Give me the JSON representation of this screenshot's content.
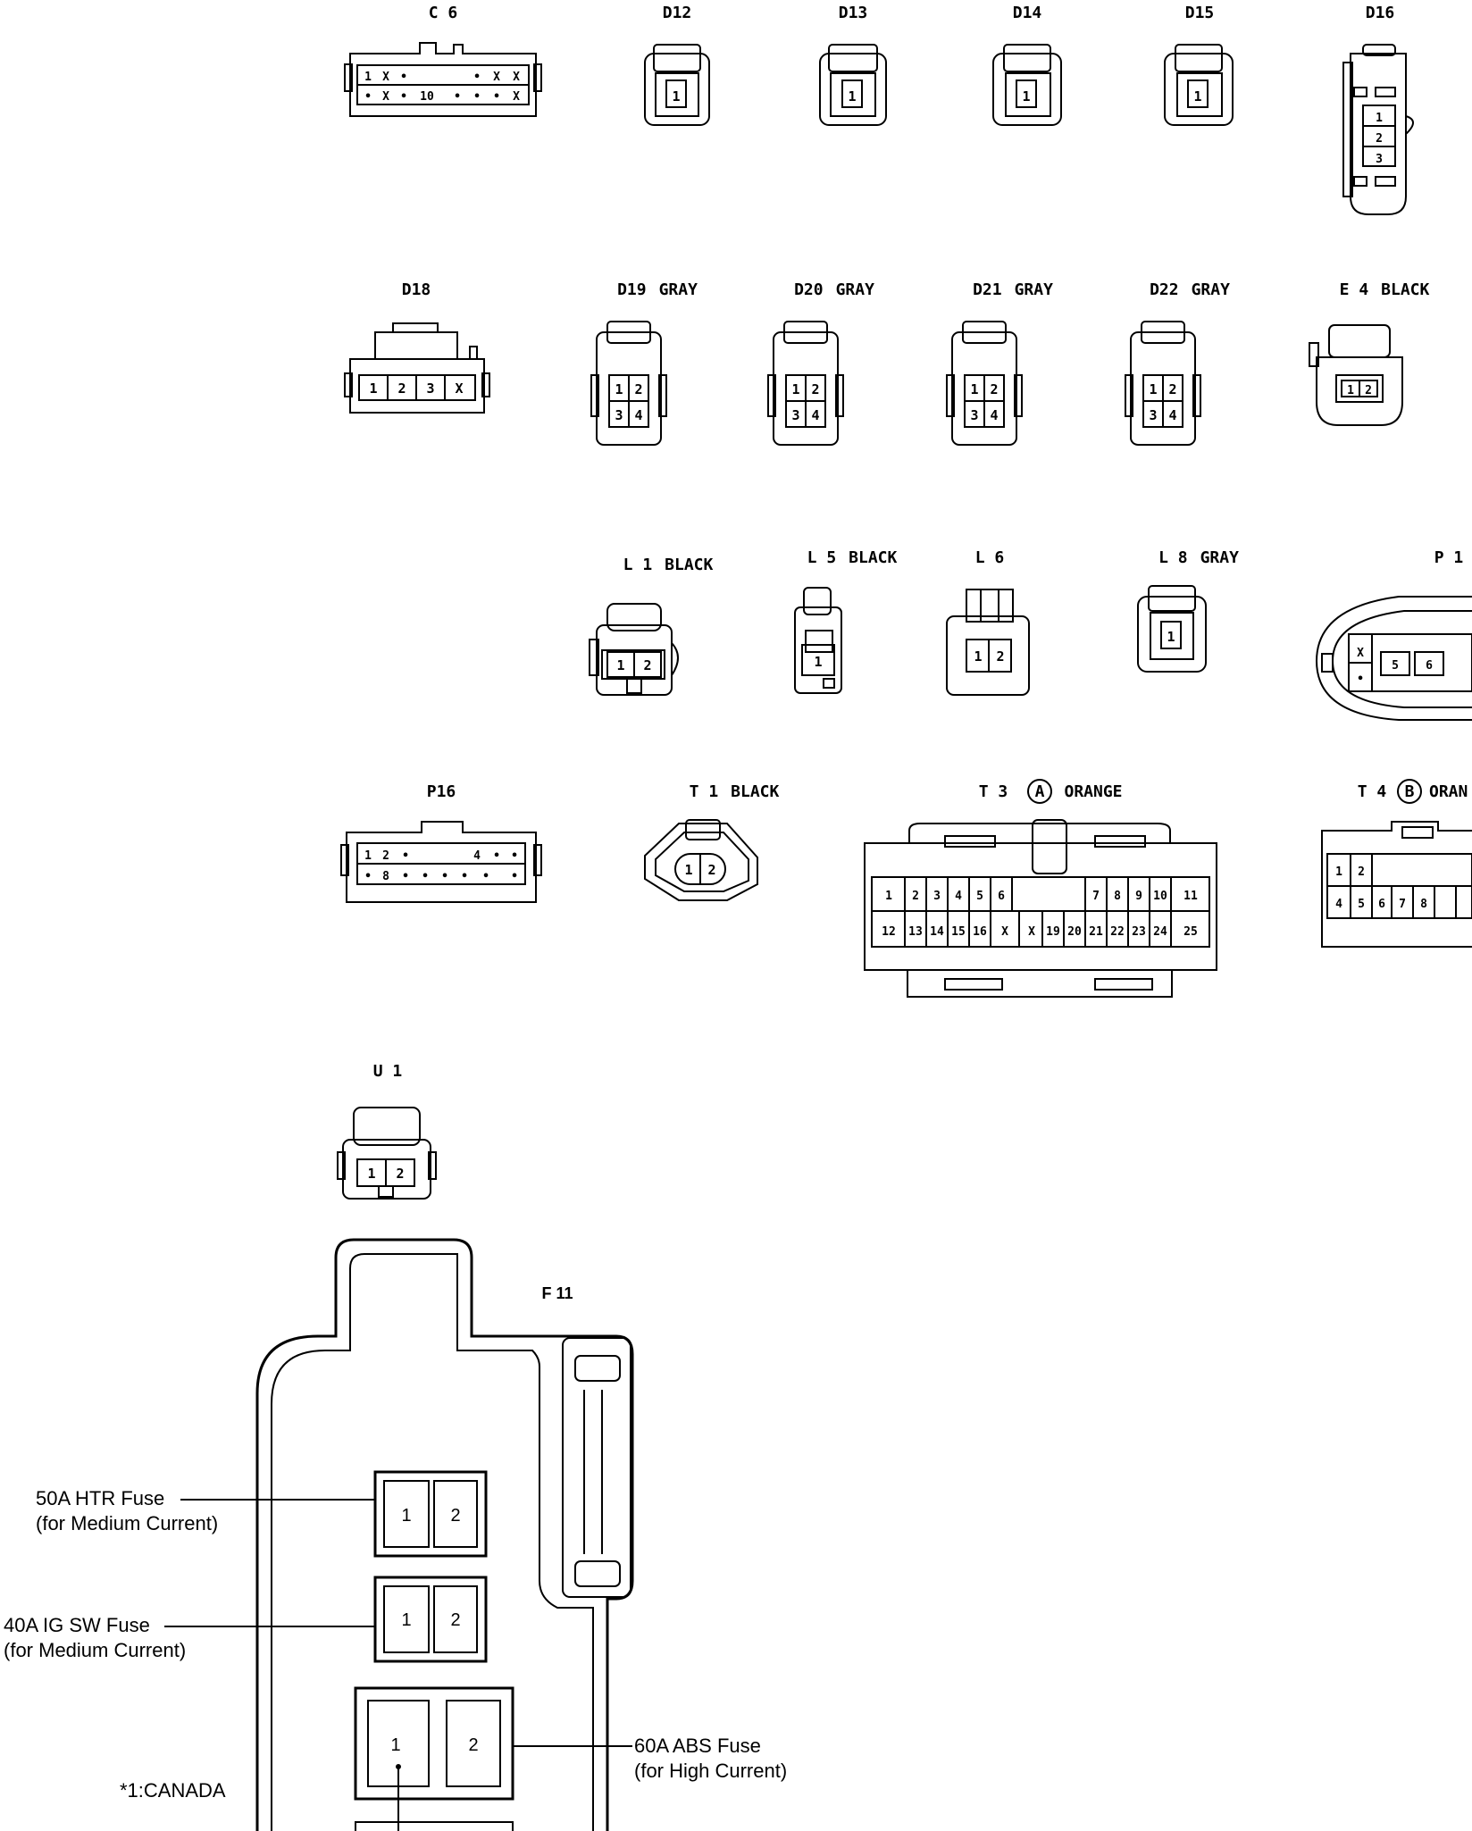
{
  "connectors": {
    "c6": "C 6",
    "d12": "D12",
    "d13": "D13",
    "d14": "D14",
    "d15": "D15",
    "d16": "D16",
    "d18": "D18",
    "d19": "D19",
    "d20": "D20",
    "d21": "D21",
    "d22": "D22",
    "e4": "E 4",
    "l1": "L 1",
    "l5": "L 5",
    "l6": "L 6",
    "l8": "L 8",
    "p1": "P 1",
    "p16": "P16",
    "t1": "T 1",
    "t3": "T 3",
    "t4": "T 4",
    "u1": "U 1",
    "f11": "F 11"
  },
  "colors": {
    "gray": "GRAY",
    "black": "BLACK",
    "orange": "ORANGE",
    "oran_cut": "ORAN",
    "circle_a": "A",
    "circle_b": "B"
  },
  "fuses": {
    "htr_line1": "50A HTR Fuse",
    "htr_line2": "(for Medium Current)",
    "igsw_line1": "40A IG SW Fuse",
    "igsw_line2": "(for Medium Current)",
    "abs_line1": "60A ABS Fuse",
    "abs_line2": "(for High Current)",
    "canada_note": "*1:CANADA"
  },
  "pins": {
    "c6_row1": [
      "1",
      "X",
      "•",
      "",
      "•",
      "X",
      "X"
    ],
    "c6_row2": [
      "•",
      "X",
      "•",
      "10",
      "•",
      "•",
      "•",
      "X"
    ],
    "d16": [
      "1",
      "2",
      "3"
    ],
    "d18": [
      "1",
      "2",
      "3",
      "X"
    ],
    "quad": [
      "1",
      "2",
      "3",
      "4"
    ],
    "two": [
      "1",
      "2"
    ],
    "one": "1",
    "p1": [
      "X",
      "•",
      "5",
      "6"
    ],
    "p16_row1": [
      "1",
      "2",
      "•",
      "4",
      "•",
      "•"
    ],
    "p16_row2": [
      "•",
      "8",
      "•",
      "•",
      "•",
      "•",
      "•",
      "•"
    ],
    "t3_row1": [
      "1",
      "2",
      "3",
      "4",
      "5",
      "6",
      "7",
      "8",
      "9",
      "10",
      "11"
    ],
    "t3_row2": [
      "12",
      "13",
      "14",
      "15",
      "16",
      "X",
      "X",
      "19",
      "20",
      "21",
      "22",
      "23",
      "24",
      "25"
    ],
    "t4_row1": [
      "1",
      "2"
    ],
    "t4_row2": [
      "4",
      "5",
      "6",
      "7",
      "8"
    ],
    "fuse": [
      "1",
      "2"
    ]
  }
}
